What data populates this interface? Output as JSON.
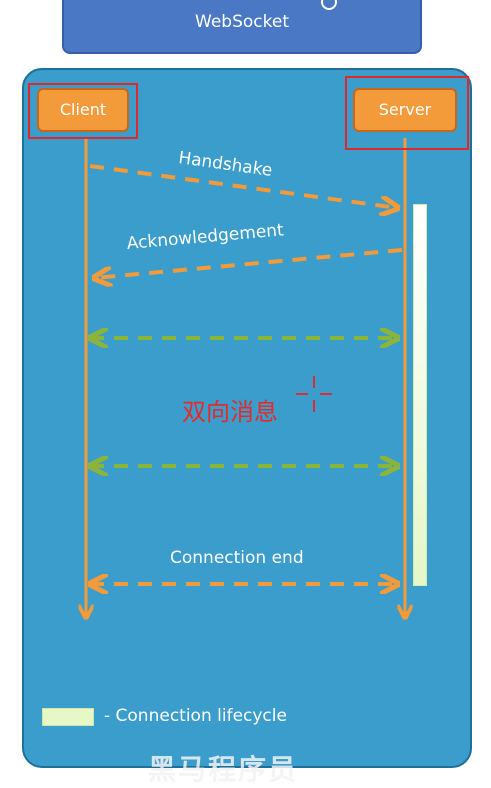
{
  "title": "WebSocket",
  "actors": {
    "client": "Client",
    "server": "Server"
  },
  "messages": {
    "handshake": "Handshake",
    "acknowledgement": "Acknowledgement",
    "bidirectional": "双向消息",
    "connection_end": "Connection end"
  },
  "legend": {
    "label": "- Connection lifecycle"
  },
  "watermark": "黑马程序员",
  "colors": {
    "panel": "#3b9dcc",
    "actor": "#f39a3a",
    "orange_arrow": "#f39a3a",
    "green_arrow": "#8bb53a",
    "highlight_frame": "#e02a2a",
    "lifecycle": "#e6f7c8"
  }
}
